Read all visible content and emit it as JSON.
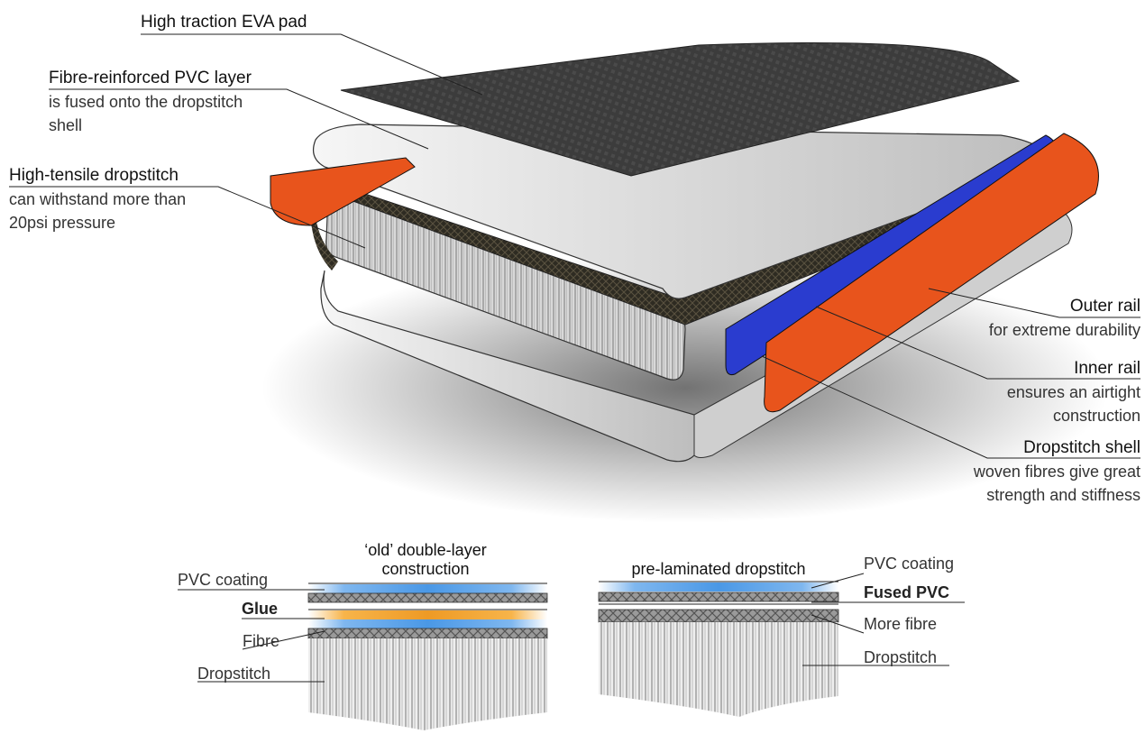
{
  "callouts": {
    "eva": {
      "title": "High traction EVA pad"
    },
    "pvc": {
      "title": "Fibre-reinforced PVC layer",
      "desc1": "is fused onto the dropstitch",
      "desc2": "shell"
    },
    "dropstitch": {
      "title": "High-tensile dropstitch",
      "desc1": "can withstand more than",
      "desc2": "20psi pressure"
    },
    "outer_rail": {
      "title": "Outer rail",
      "desc1": "for extreme durability"
    },
    "inner_rail": {
      "title": "Inner rail",
      "desc1": "ensures an airtight",
      "desc2": "construction"
    },
    "shell": {
      "title": "Dropstitch shell",
      "desc1": "woven fibres give great",
      "desc2": "strength and stiffness"
    }
  },
  "old": {
    "heading1": "‘old’ double-layer",
    "heading2": "construction",
    "labels": {
      "pvc": "PVC coating",
      "glue": "Glue",
      "fibre": "Fibre",
      "dropstitch": "Dropstitch"
    }
  },
  "new": {
    "heading": "pre-laminated dropstitch",
    "labels": {
      "pvc": "PVC coating",
      "fused": "Fused PVC",
      "more_fibre": "More fibre",
      "dropstitch": "Dropstitch"
    }
  },
  "colors": {
    "orange": "#e8541c",
    "blue": "#2a3ccf",
    "pvc_blue": "#5aa6ea",
    "glue": "#f0a030",
    "eva": "#3a3a3a"
  }
}
